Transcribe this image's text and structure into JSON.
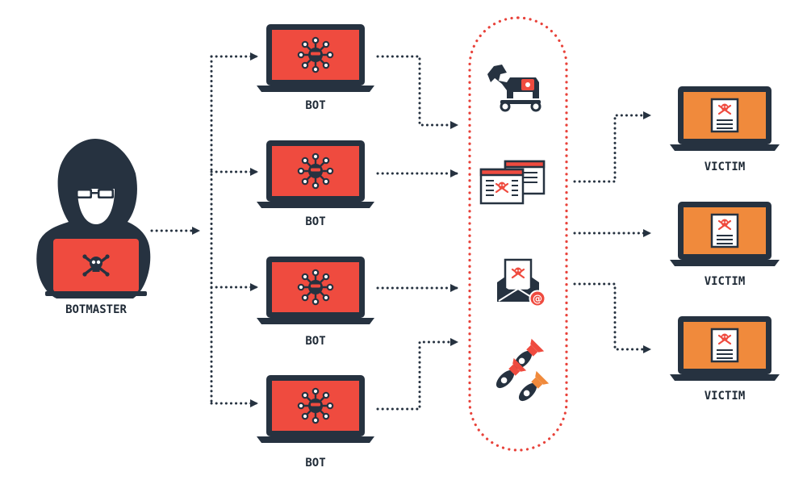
{
  "colors": {
    "dark": "#263240",
    "red": "#ef4b3f",
    "orange": "#f08a3c",
    "white": "#ffffff",
    "dots_red": "#e8423a"
  },
  "botmaster": {
    "label": "BOTMASTER",
    "icon": "hooded-hacker-icon"
  },
  "bots": [
    {
      "label": "BOT",
      "icon": "virus-icon"
    },
    {
      "label": "BOT",
      "icon": "virus-icon"
    },
    {
      "label": "BOT",
      "icon": "virus-icon"
    },
    {
      "label": "BOT",
      "icon": "virus-icon"
    }
  ],
  "attacks": [
    {
      "icon": "trojan-horse-icon"
    },
    {
      "icon": "phishing-pages-icon"
    },
    {
      "icon": "spam-email-icon"
    },
    {
      "icon": "ddos-bombs-icon"
    }
  ],
  "victims": [
    {
      "label": "VICTIM",
      "icon": "infected-document-icon"
    },
    {
      "label": "VICTIM",
      "icon": "infected-document-icon"
    },
    {
      "label": "VICTIM",
      "icon": "infected-document-icon"
    }
  ]
}
